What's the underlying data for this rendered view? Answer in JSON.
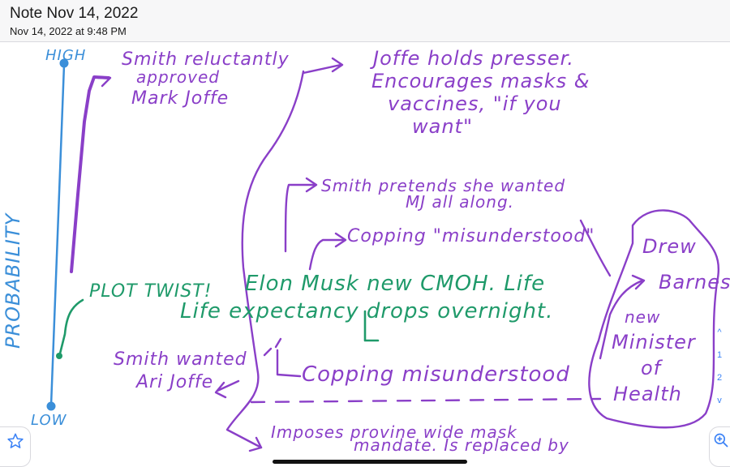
{
  "header": {
    "title": "Note Nov 14, 2022",
    "date": "Nov 14, 2022 at 9:48 PM"
  },
  "colors": {
    "blue": "#3b8fd9",
    "purple": "#8a3fc8",
    "green": "#1f9a6a"
  },
  "sketch": {
    "axis_high": "HIGH",
    "axis_low": "LOW",
    "axis_label": "PROBABILITY",
    "n1": [
      "Smith reluctantly",
      "approved",
      "Mark Joffe"
    ],
    "n2": [
      "Joffe holds presser.",
      "Encourages masks &",
      "vaccines, \"if you",
      "want\""
    ],
    "n3": [
      "Smith pretends she wanted",
      "MJ all along."
    ],
    "n4": "Copping \"misunderstood\"",
    "n5": [
      "Drew",
      "Barnes",
      "new",
      "Minister",
      "of",
      "Health"
    ],
    "plot_twist": "PLOT TWIST!",
    "plot_line1": "Elon Musk new CMOH. Life",
    "plot_line2": "Life expectancy drops overnight.",
    "n6": [
      "Smith wanted",
      "Ari Joffe"
    ],
    "n7": "Copping misunderstood",
    "n8": [
      "Imposes provine wide mask",
      "mandate. Is replaced by"
    ]
  },
  "page_nav": {
    "up": "^",
    "page1": "1",
    "page2": "2",
    "down": "v"
  },
  "icons": {
    "favorite": "star-icon",
    "zoom": "zoom-in-icon"
  }
}
